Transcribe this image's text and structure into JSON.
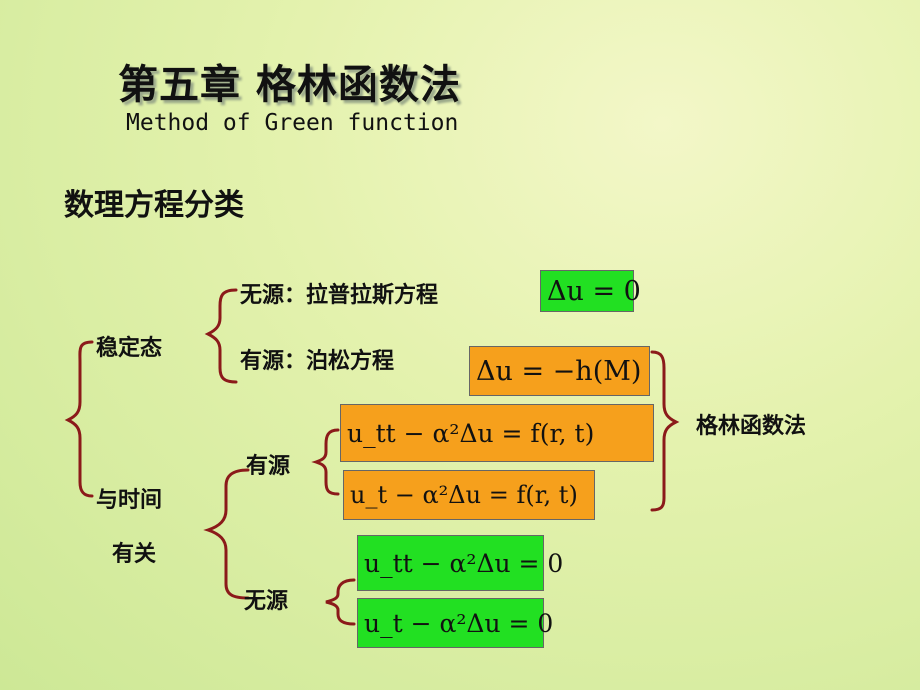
{
  "title": "第五章  格林函数法",
  "subtitle": "Method of Green function",
  "section_heading": "数理方程分类",
  "tree": {
    "steady_state": "稳定态",
    "time_dependent_line1": "与时间",
    "time_dependent_line2": "有关",
    "laplace_label": "无源：拉普拉斯方程",
    "poisson_label": "有源：泊松方程",
    "sourced_label": "有源",
    "sourceless_label": "无源",
    "green_label": "格林函数法"
  },
  "equations": {
    "laplace": "Δu = 0",
    "poisson": "Δu = −h(M)",
    "wave_source": "u_tt − α²Δu = f(r, t)",
    "heat_source": "u_t − α²Δu = f(r, t)",
    "wave_free": "u_tt − α²Δu = 0",
    "heat_free": "u_t − α²Δu = 0"
  },
  "colors": {
    "green_box": "#22e022",
    "orange_box": "#f6a01c",
    "bracket": "#8b1a1a"
  }
}
